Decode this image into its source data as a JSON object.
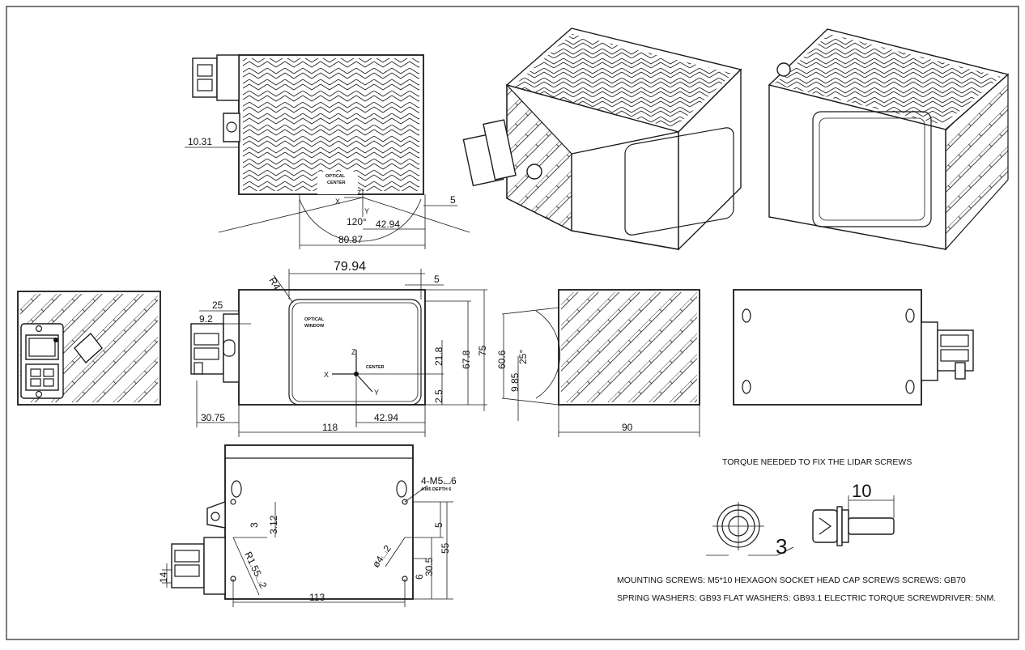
{
  "top_view": {
    "dim_offset": "10.31",
    "optical_center_line1": "OPTICAL",
    "optical_center_line2": "CENTER",
    "axis_x": "X",
    "axis_y": "Y",
    "fov_angle": "120°",
    "dim_center": "42.94",
    "dim_width": "80.87",
    "dim_edge": "5"
  },
  "front_view": {
    "dim_window_width": "79.94",
    "dim_radius": "R4",
    "dim_top_margin": "5",
    "dim_left_25": "25",
    "dim_left_92": "9.2",
    "optical_window_line1": "OPTICAL",
    "optical_window_line2": "WINDOW",
    "axis_x": "X",
    "axis_y": "Y",
    "axis_z": "Z",
    "dim_21_8": "21.8",
    "dim_67_8": "67.8",
    "dim_75": "75",
    "dim_2_5": "2.5",
    "dim_30_75": "30.75",
    "dim_42_94": "42.94",
    "dim_118": "118"
  },
  "side_view": {
    "dim_60_6": "60.6",
    "dim_9_85": "9.85",
    "angle_25": "25°",
    "dim_90": "90"
  },
  "bottom_view": {
    "dim_holes": "4-M5⌴6",
    "dim_holes_sub": "4-M5 DEPTH 6",
    "dim_3_12": "3.12",
    "dim_3": "3",
    "dim_r1_55": "R1.55⌴2",
    "dim_phi4": "ø4⌴2",
    "dim_5": "5",
    "dim_6": "6",
    "dim_30_5": "30.5",
    "dim_55": "55",
    "dim_14": "14",
    "dim_113": "113"
  },
  "screw_detail": {
    "title": "TORQUE NEEDED TO FIX THE LIDAR SCREWS",
    "dim_10": "10",
    "dim_3": "3",
    "note_line1": "MOUNTING SCREWS: M5*10  HEXAGON SOCKET HEAD CAP SCREWS SCREWS: GB70",
    "note_line2": "SPRING WASHERS: GB93  FLAT WASHERS: GB93.1  ELECTRIC TORQUE SCREWDRIVER: 5NM."
  }
}
